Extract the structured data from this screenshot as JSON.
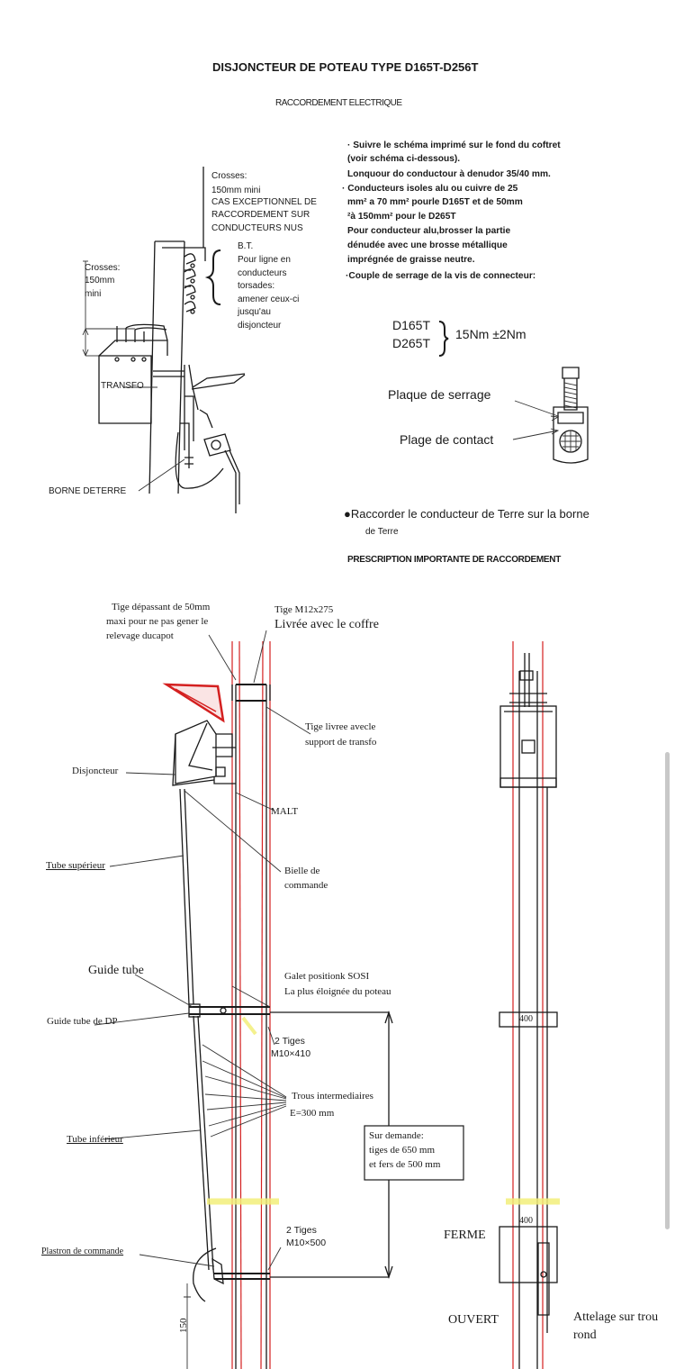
{
  "header": {
    "title": "DISJONCTEUR DE POTEAU TYPE D165T-D256T",
    "subtitle": "RACCORDEMENT ELECTRIQUE"
  },
  "top_diagram": {
    "crosses_top": [
      "Crosses:",
      "150mm mini",
      "CAS EXCEPTIONNEL DE",
      "RACCORDEMENT SUR",
      "CONDUCTEURS NUS"
    ],
    "crosses_left": [
      "Crosses:",
      "150mm",
      "mini"
    ],
    "bt_note": [
      "B.T.",
      "Pour ligne en",
      "conducteurs",
      "torsades:",
      "amener ceux-ci",
      "jusqu'au",
      "disjoncteur"
    ],
    "transfo": "TRANSFO",
    "borne": "BORNE DETERRE"
  },
  "instructions": {
    "lines": [
      "· Suivre le schéma imprimé sur le fond du coftret",
      "(voir schéma ci-dessous).",
      "Lonquour do conductour à denudor 35/40 mm.",
      "· Conducteurs isoles alu ou cuivre de 25",
      "mm² a 70 mm² pourle D165T et de 50mm",
      "²à 150mm² pour le D265T",
      "Pour conducteur alu,brosser la partie",
      "dénudée avec une brosse métallique",
      "imprégnée de graisse neutre.",
      "·Couple de serrage de la vis de connecteur:"
    ],
    "torque_models": [
      "D165T",
      "D265T"
    ],
    "torque_value": "15Nm ±2Nm",
    "plaque_serrage": "Plaque de serrage",
    "plage_contact": "Plage de contact",
    "terre_line1": "●Raccorder le conducteur de Terre sur la borne",
    "terre_line2": "de Terre",
    "prescription": "PRESCRIPTION IMPORTANTE DE RACCORDEMENT"
  },
  "bottom_diagram": {
    "tige_depassant": [
      "Tige dépassant de 50mm",
      "maxi pour ne pas gener le",
      "relevage ducapot"
    ],
    "tige_m12": "Tige M12x275",
    "livree": "Livrée avec le coffre",
    "tige_livree": [
      "Tige livree avecle",
      "support de transfo"
    ],
    "disjoncteur": "Disjoncteur",
    "malt": "MALT",
    "tube_superieur": "Tube supérieur",
    "bielle": [
      "Bielle de",
      "commande"
    ],
    "guide_tube": "Guide tube",
    "guide_tube_dp": "Guide tube de DP",
    "galet": [
      "Galet positionk SOSI",
      "La plus éloignée du poteau"
    ],
    "tiges_410": [
      "2 Tiges",
      "M10×410"
    ],
    "trous": [
      "Trous intermediaires",
      "E=300 mm"
    ],
    "sur_demande": [
      "Sur demande:",
      "tiges de 650 mm",
      "et fers de 500 mm"
    ],
    "tube_inferieur": "Tube inférieur",
    "tiges_500": [
      "2 Tiges",
      "M10×500"
    ],
    "plastron": "Plastron de commande",
    "dim_150": "150",
    "dim_400a": "400",
    "dim_400b": "400",
    "ferme": "FERME",
    "ouvert": "OUVERT",
    "attelage": [
      "Attelage sur trou",
      "rond"
    ]
  }
}
